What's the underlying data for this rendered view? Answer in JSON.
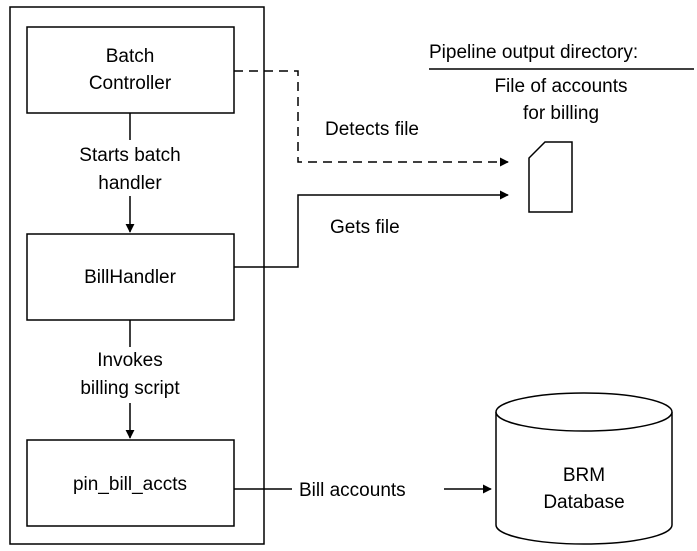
{
  "boxes": {
    "batch_controller": {
      "line1": "Batch",
      "line2": "Controller"
    },
    "bill_handler": {
      "label": "BillHandler"
    },
    "pin_bill_accts": {
      "label": "pin_bill_accts"
    }
  },
  "arrows": {
    "starts_batch_handler": {
      "line1": "Starts batch",
      "line2": "handler"
    },
    "invokes_billing_script": {
      "line1": "Invokes",
      "line2": "billing script"
    },
    "detects_file": {
      "label": "Detects file"
    },
    "gets_file": {
      "label": "Gets file"
    },
    "bill_accounts": {
      "label": "Bill accounts"
    }
  },
  "pipeline": {
    "heading": "Pipeline output directory:",
    "file_line1": "File of accounts",
    "file_line2": "for billing"
  },
  "database": {
    "line1": "BRM",
    "line2": "Database"
  }
}
